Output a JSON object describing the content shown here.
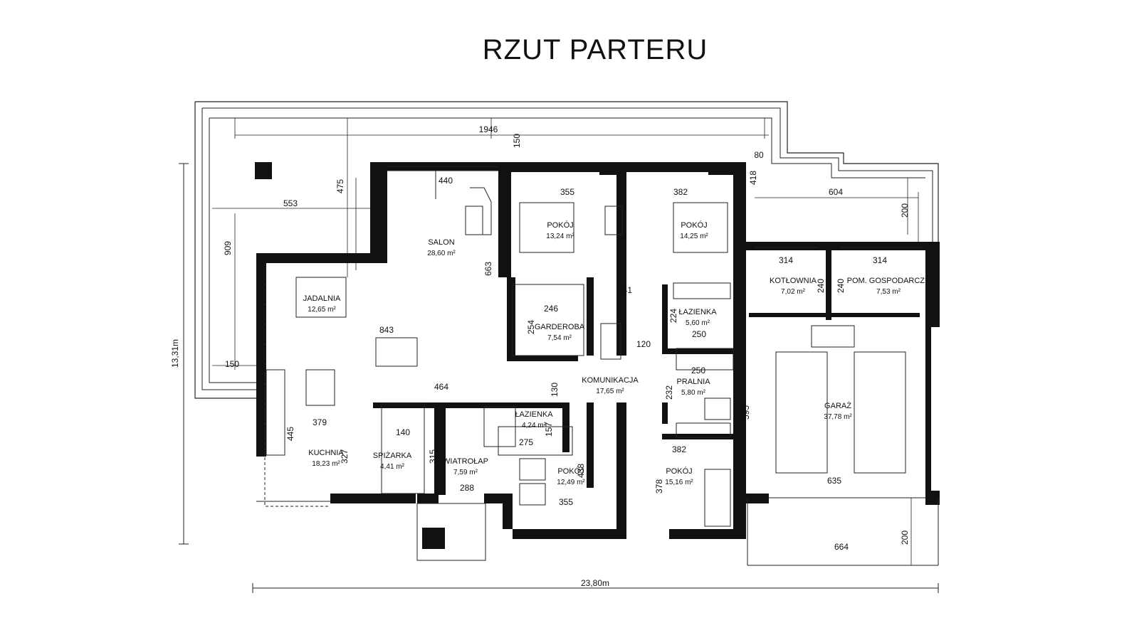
{
  "title": "RZUT PARTERU",
  "colors": {
    "wall": "#111111",
    "line": "#222222",
    "background": "#ffffff"
  },
  "rooms": [
    {
      "name": "SALON",
      "area": "28,60 m²"
    },
    {
      "name": "JADALNIA",
      "area": "12,65 m²"
    },
    {
      "name": "KUCHNIA",
      "area": "18,23 m²"
    },
    {
      "name": "SPIŻARKA",
      "area": "4,41 m²"
    },
    {
      "name": "WIATROŁAP",
      "area": "7,59 m²"
    },
    {
      "name": "POKÓJ",
      "area": "13,24 m²"
    },
    {
      "name": "POKÓJ",
      "area": "14,25 m²"
    },
    {
      "name": "GARDEROBA",
      "area": "7,54 m²"
    },
    {
      "name": "KOMUNIKACJA",
      "area": "17,65 m²"
    },
    {
      "name": "ŁAZIENKA",
      "area": "5,60 m²"
    },
    {
      "name": "PRALNIA",
      "area": "5,80 m²"
    },
    {
      "name": "ŁAZIENKA",
      "area": "4,24 m²"
    },
    {
      "name": "POKÓJ",
      "area": "12,49 m²"
    },
    {
      "name": "POKÓJ",
      "area": "15,16 m²"
    },
    {
      "name": "KOTŁOWNIA",
      "area": "7,02 m²"
    },
    {
      "name": "POM. GOSPODARCZE",
      "area": "7,53 m²"
    },
    {
      "name": "GARAŻ",
      "area": "37,78 m²"
    }
  ],
  "dimensions": [
    "1946",
    "150",
    "440",
    "553",
    "475",
    "909",
    "663",
    "355",
    "382",
    "80",
    "418",
    "604",
    "200",
    "314",
    "314",
    "240",
    "240",
    "241",
    "224",
    "246",
    "254",
    "250",
    "250",
    "120",
    "232",
    "843",
    "464",
    "130",
    "595",
    "150",
    "379",
    "445",
    "327",
    "140",
    "315",
    "288",
    "275",
    "157",
    "438",
    "355",
    "382",
    "378",
    "635",
    "200",
    "664"
  ],
  "overall_width": "23,80m",
  "overall_height": "13,31m"
}
